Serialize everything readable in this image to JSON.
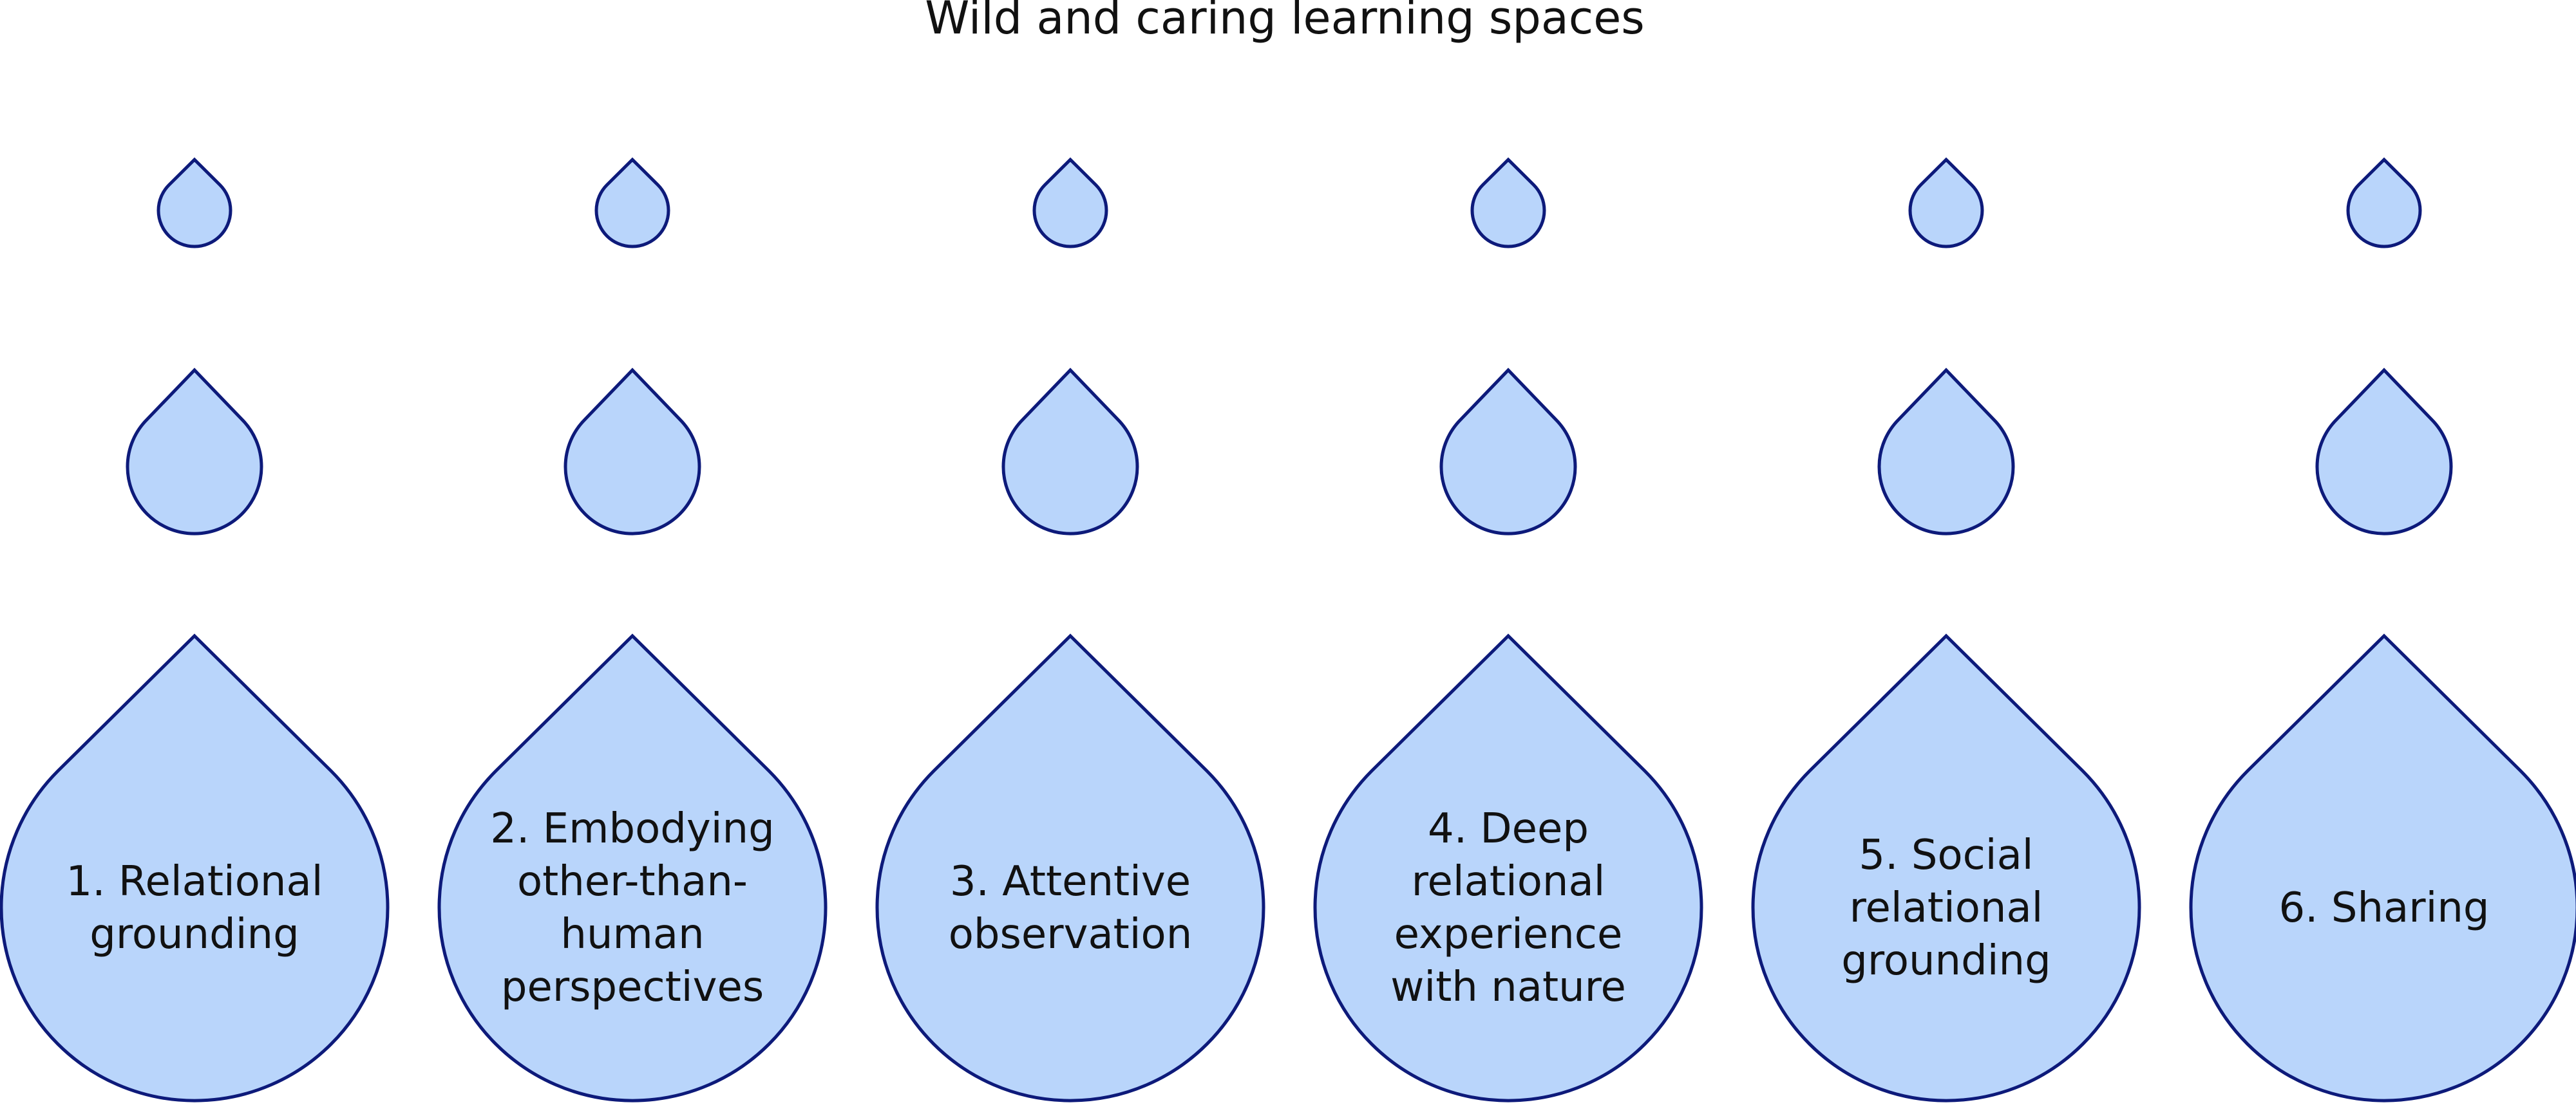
{
  "title": "Wild and caring learning spaces",
  "colors": {
    "drop_fill": "#b9d5fb",
    "drop_stroke": "#0d1a7a",
    "text": "#111111"
  },
  "columns": [
    {
      "lines": [
        "1. Relational",
        "grounding"
      ]
    },
    {
      "lines": [
        "2. Embodying",
        "other-than-",
        "human",
        "perspectives"
      ]
    },
    {
      "lines": [
        "3. Attentive",
        "observation"
      ]
    },
    {
      "lines": [
        "4. Deep",
        "relational",
        "experience",
        "with nature"
      ]
    },
    {
      "lines": [
        "5. Social",
        "relational",
        "grounding"
      ]
    },
    {
      "lines": [
        "6. Sharing"
      ]
    }
  ]
}
